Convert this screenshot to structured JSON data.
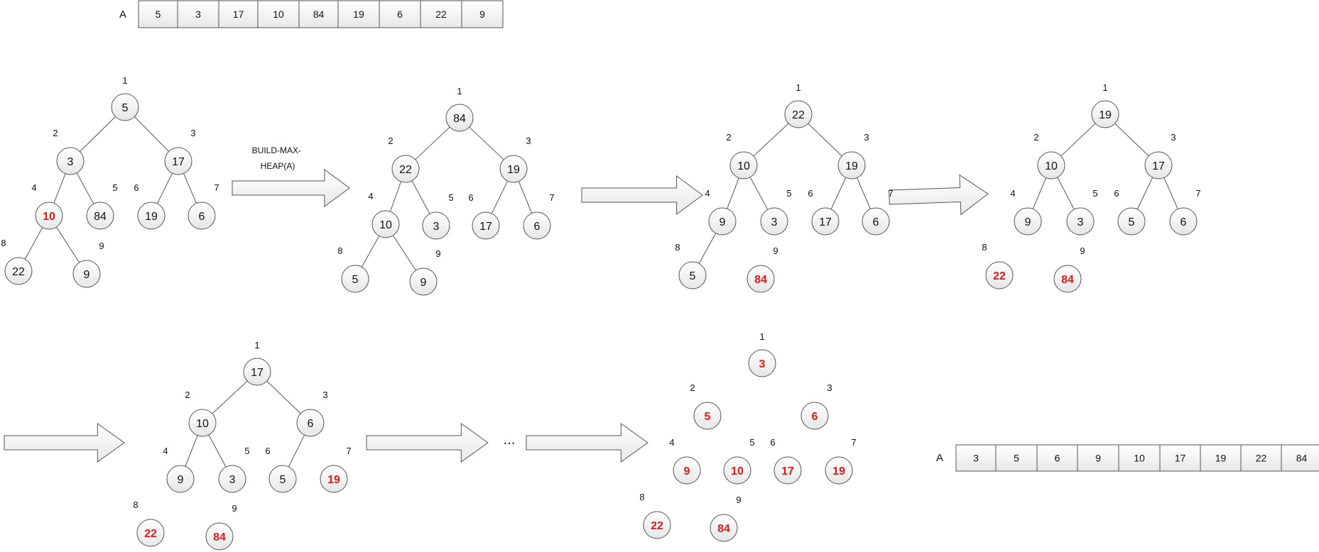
{
  "colors": {
    "highlight": "#e01b1b",
    "text": "#111111",
    "stroke": "#555555",
    "node_fill_top": "#ffffff",
    "node_fill_bottom": "#e6e6e6",
    "arrow_fill_top": "#ffffff",
    "arrow_fill_bottom": "#e8e8e8"
  },
  "arrays": [
    {
      "id": "initial-array",
      "label": "A",
      "values": [
        "5",
        "3",
        "17",
        "10",
        "84",
        "19",
        "6",
        "22",
        "9"
      ]
    },
    {
      "id": "sorted-array",
      "label": "A",
      "values": [
        "3",
        "5",
        "6",
        "9",
        "10",
        "17",
        "19",
        "22",
        "84"
      ]
    }
  ],
  "arrow_labels": {
    "build": "BUILD-MAX-\nHEAP(A)",
    "ellipsis": "..."
  },
  "trees": [
    {
      "id": "initial-tree",
      "values": [
        "5",
        "3",
        "17",
        "10",
        "84",
        "19",
        "6",
        "22",
        "9"
      ],
      "highlighted": [
        4
      ]
    },
    {
      "id": "max-heap-tree",
      "values": [
        "84",
        "22",
        "19",
        "10",
        "3",
        "17",
        "6",
        "5",
        "9"
      ],
      "highlighted": []
    },
    {
      "id": "step-1-tree",
      "values": [
        "22",
        "10",
        "19",
        "9",
        "3",
        "17",
        "6",
        "5",
        "84"
      ],
      "highlighted": [
        9
      ]
    },
    {
      "id": "step-2-tree",
      "values": [
        "19",
        "10",
        "17",
        "9",
        "3",
        "5",
        "6",
        "22",
        "84"
      ],
      "highlighted": [
        8,
        9
      ]
    },
    {
      "id": "step-3-tree",
      "values": [
        "17",
        "10",
        "6",
        "9",
        "3",
        "5",
        "19",
        "22",
        "84"
      ],
      "highlighted": [
        7,
        8,
        9
      ]
    },
    {
      "id": "final-tree",
      "values": [
        "3",
        "5",
        "6",
        "9",
        "10",
        "17",
        "19",
        "22",
        "84"
      ],
      "highlighted": [
        1,
        2,
        3,
        4,
        5,
        6,
        7,
        8,
        9
      ]
    }
  ]
}
